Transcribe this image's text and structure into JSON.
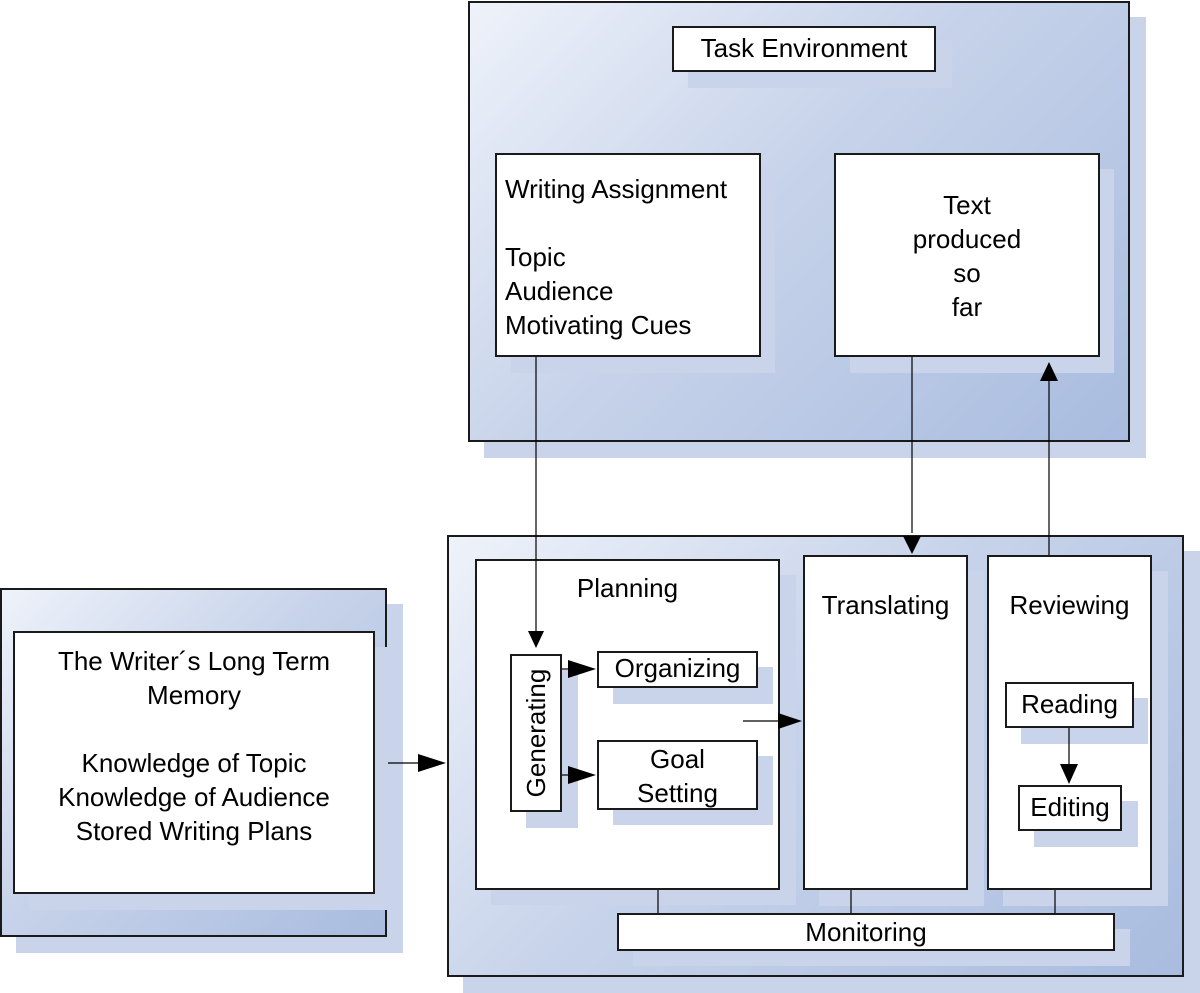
{
  "task_environment": {
    "title": "Task Environment",
    "writing_assignment": {
      "heading": "Writing Assignment",
      "items": [
        "Topic",
        "Audience",
        "Motivating Cues"
      ]
    },
    "text_produced": [
      "Text",
      "produced",
      "so",
      "far"
    ]
  },
  "long_term_memory": {
    "title_lines": [
      "The Writer´s Long Term",
      "Memory"
    ],
    "items": [
      "Knowledge of Topic",
      "Knowledge of Audience",
      "Stored Writing Plans"
    ]
  },
  "writing_process": {
    "planning": {
      "label": "Planning",
      "generating": "Generating",
      "organizing": "Organizing",
      "goal_setting": [
        "Goal",
        "Setting"
      ]
    },
    "translating": {
      "label": "Translating"
    },
    "reviewing": {
      "label": "Reviewing",
      "reading": "Reading",
      "editing": "Editing"
    },
    "monitoring": "Monitoring"
  }
}
